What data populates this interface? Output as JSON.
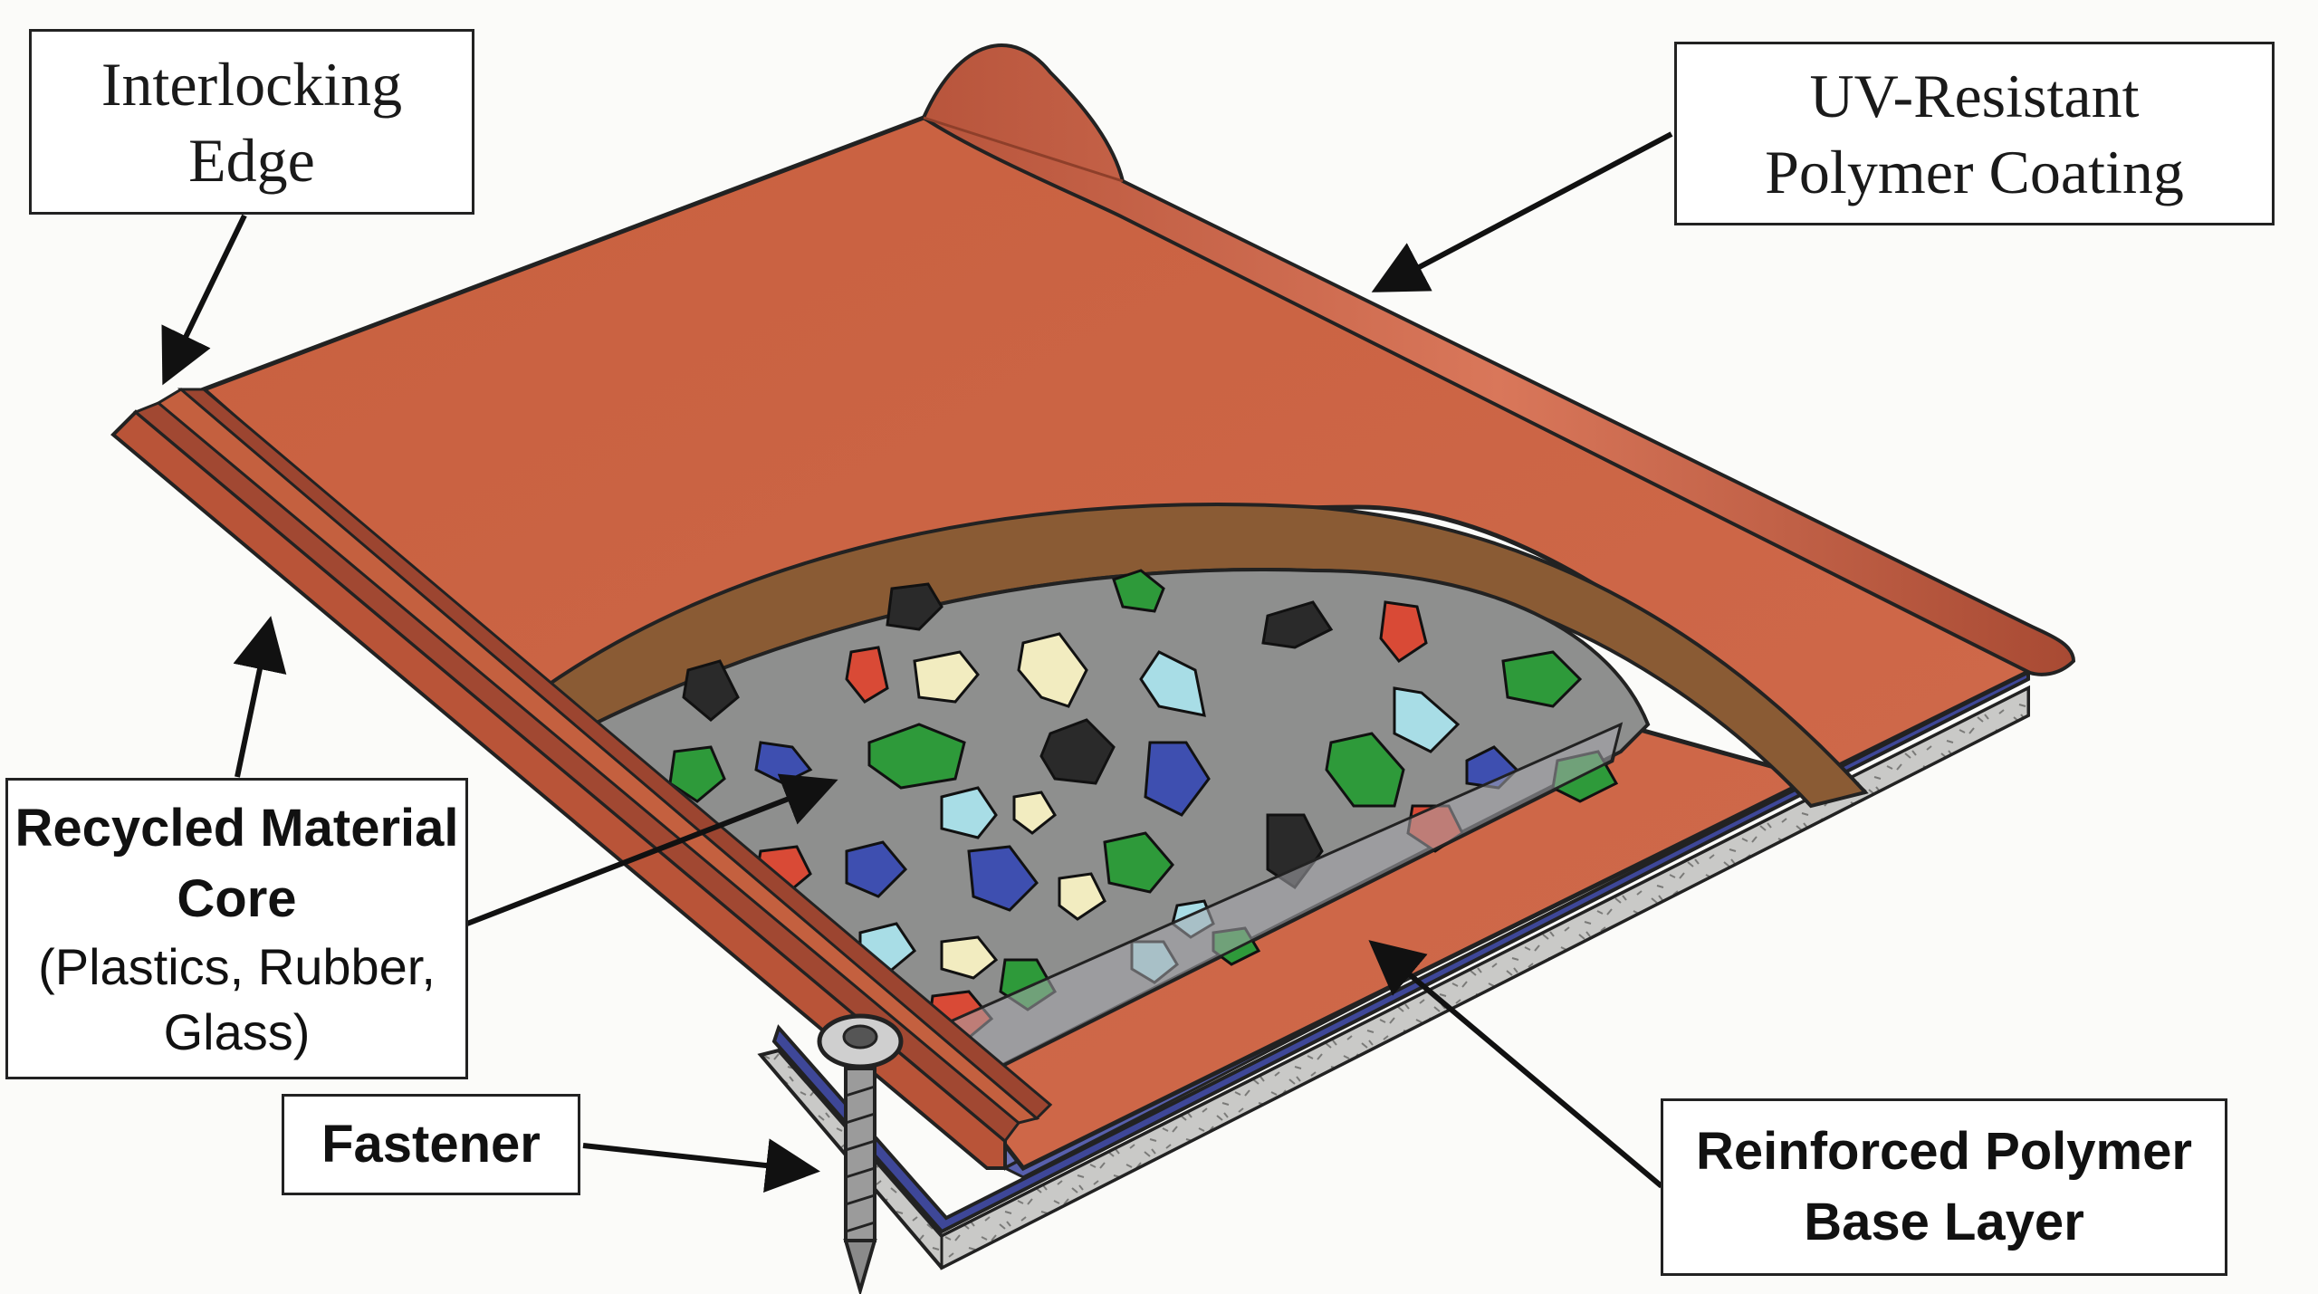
{
  "labels": {
    "interlocking_edge": {
      "line1": "Interlocking",
      "line2": "Edge"
    },
    "uv_coating": {
      "line1": "UV-Resistant",
      "line2": "Polymer Coating"
    },
    "recycled_core": {
      "line1": "Recycled Material",
      "line2": "Core",
      "line3": "(Plastics, Rubber,",
      "line4": "Glass)"
    },
    "fastener": {
      "line1": "Fastener"
    },
    "base_layer": {
      "line1": "Reinforced Polymer",
      "line2": "Base Layer"
    }
  },
  "colors": {
    "coating": "#c9634a",
    "coating_dark": "#9c4530",
    "core": "#8e8f8e",
    "liner": "#8a5b34",
    "base": "#6d74b8",
    "base_dark": "#3e4798"
  }
}
